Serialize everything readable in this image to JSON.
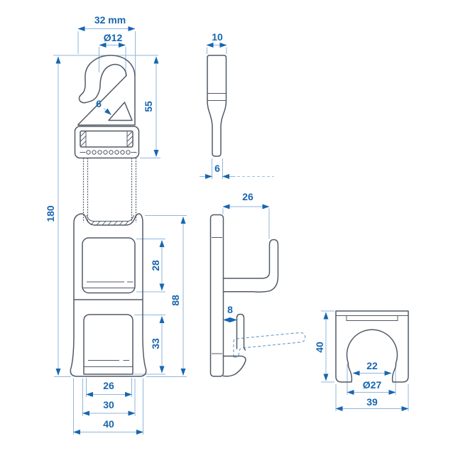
{
  "colors": {
    "outline": "#515a67",
    "dimension_line": "#8fb7dc",
    "accent": "#1766b0",
    "background": "#ffffff"
  },
  "views": {
    "hook_front": {
      "labels": {
        "width": "32 mm",
        "hole_diameter": "Ø12",
        "hook_gap": "6",
        "hook_height": "55",
        "total_height": "180",
        "upper_window_height": "28",
        "body_height": "88",
        "lower_window_height": "33",
        "window_width": "26",
        "strap_width": "30",
        "body_width": "40"
      }
    },
    "hook_side": {
      "labels": {
        "top_thickness": "10",
        "bottom_thickness": "6"
      }
    },
    "bracket_side": {
      "labels": {
        "hook_depth": "26",
        "lower_hook_gap": "8"
      }
    },
    "bracket_front": {
      "labels": {
        "height": "40",
        "slot_width": "22",
        "opening_diameter": "Ø27",
        "width": "39"
      }
    }
  }
}
